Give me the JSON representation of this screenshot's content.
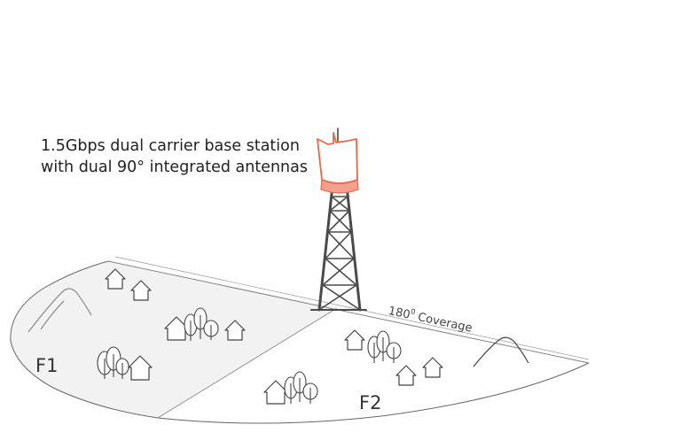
{
  "caption": {
    "line1": "1.5Gbps dual carrier base station",
    "line2": "with dual 90° integrated antennas"
  },
  "coverage": {
    "angle": "180",
    "degree_mark": "0",
    "label": "Coverage"
  },
  "zones": {
    "left": "F1",
    "right": "F2"
  },
  "colors": {
    "accent": "#e8674d",
    "accent_fill": "#f4a08c",
    "line": "#555555",
    "shade": "#f2f2f2"
  }
}
